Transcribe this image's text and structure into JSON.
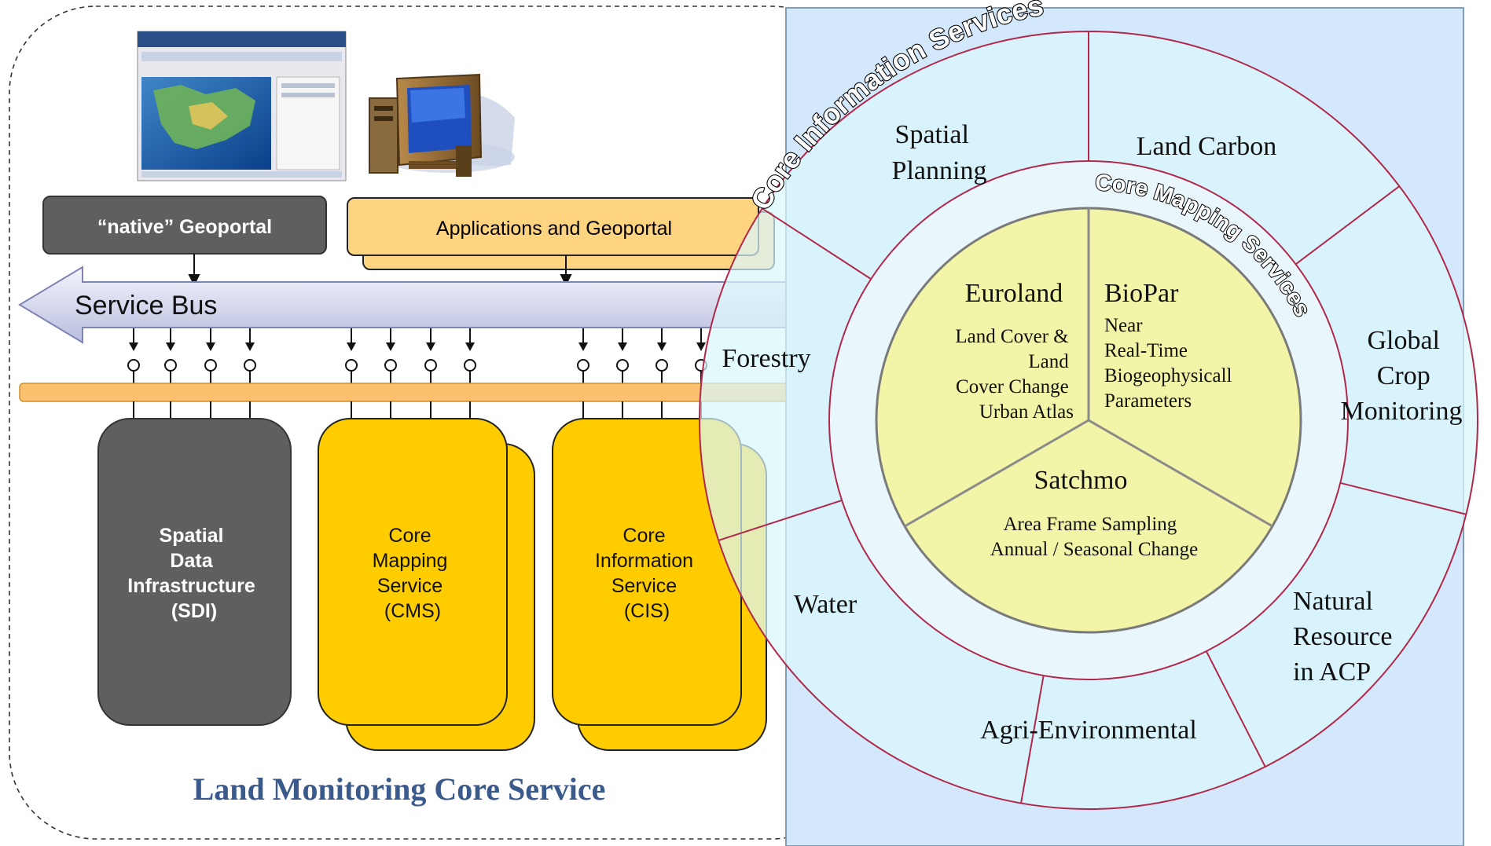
{
  "left_panel": {
    "title": "Land Monitoring Core Service",
    "native_geoportal": "“native” Geoportal",
    "applications_geoportal": "Applications and Geoportal",
    "service_bus": "Service  Bus",
    "sdi": [
      "Spatial",
      "Data",
      "Infrastructure",
      "(SDI)"
    ],
    "cms": [
      "Core",
      "Mapping",
      "Service",
      "(CMS)"
    ],
    "cis": [
      "Core",
      "Information",
      "Service",
      "(CIS)"
    ],
    "screenshot_icon": "map-portal-screenshot",
    "computer_icon": "desktop-computer"
  },
  "wheel": {
    "outer_label": "Core Information Services",
    "inner_label": "Core Mapping Services",
    "outer_segments": {
      "spatial_planning": [
        "Spatial",
        "Planning"
      ],
      "land_carbon": "Land Carbon",
      "global_crop": [
        "Global",
        "Crop",
        "Monitoring"
      ],
      "natural_resource": [
        "Natural",
        "Resource",
        "in ACP"
      ],
      "agri_environmental": "Agri-Environmental",
      "water": "Water",
      "forestry": "Forestry"
    },
    "core_segments": {
      "euroland": {
        "name": "Euroland",
        "lines": [
          "Land Cover &",
          "Land",
          "Cover Change",
          "Urban Atlas"
        ]
      },
      "biopar": {
        "name": "BioPar",
        "lines": [
          "Near",
          "Real-Time",
          "Biogeophysicall",
          "Parameters"
        ]
      },
      "satchmo": {
        "name": "Satchmo",
        "lines": [
          "Area Frame Sampling",
          "Annual / Seasonal Change"
        ]
      }
    }
  },
  "colors": {
    "dark_gray": "#5f5f5f",
    "yellow": "#ffcc00",
    "light_orange": "#ffd480",
    "outer_ring": "#d6f3fa",
    "core": "#f2f5a8",
    "title_blue": "#3b5a8c"
  }
}
